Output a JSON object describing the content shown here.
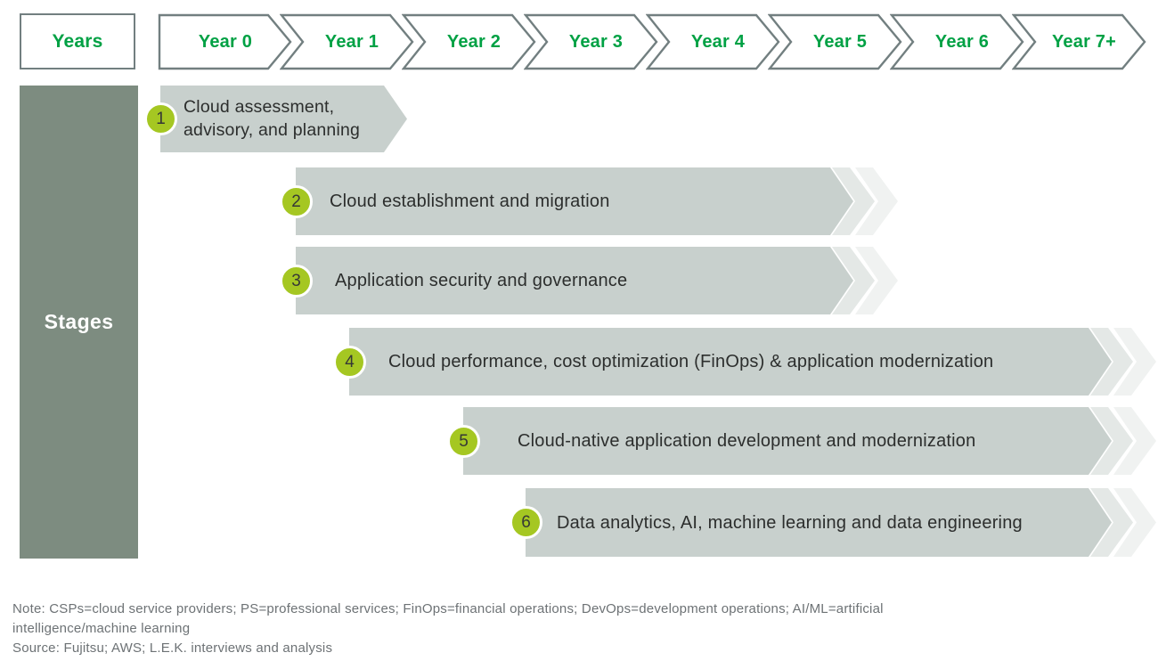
{
  "header": {
    "row_label": "Years",
    "years": [
      "Year 0",
      "Year 1",
      "Year 2",
      "Year 3",
      "Year 4",
      "Year 5",
      "Year 6",
      "Year 7+"
    ]
  },
  "sidebar": {
    "label": "Stages"
  },
  "stages": [
    {
      "number": "1",
      "label": "Cloud assessment, advisory, and planning"
    },
    {
      "number": "2",
      "label": "Cloud establishment and migration"
    },
    {
      "number": "3",
      "label": "Application security and governance"
    },
    {
      "number": "4",
      "label": "Cloud performance, cost optimization (FinOps) & application modernization"
    },
    {
      "number": "5",
      "label": "Cloud-native application development and modernization"
    },
    {
      "number": "6",
      "label": "Data analytics, AI, machine learning and data engineering"
    }
  ],
  "footer": {
    "note_line1": "Note: CSPs=cloud service providers; PS=professional services; FinOps=financial operations; DevOps=development operations; AI/ML=artificial",
    "note_line2": "intelligence/machine learning",
    "source": "Source: Fujitsu; AWS; L.E.K. interviews and analysis"
  },
  "colors": {
    "brand_green": "#00a144",
    "badge_lime": "#a5c722",
    "bar_fill": "#c8d0cd",
    "sidebar_fill": "#7d8c80",
    "outline_gray": "#727f80",
    "note_text": "#6d7275"
  }
}
